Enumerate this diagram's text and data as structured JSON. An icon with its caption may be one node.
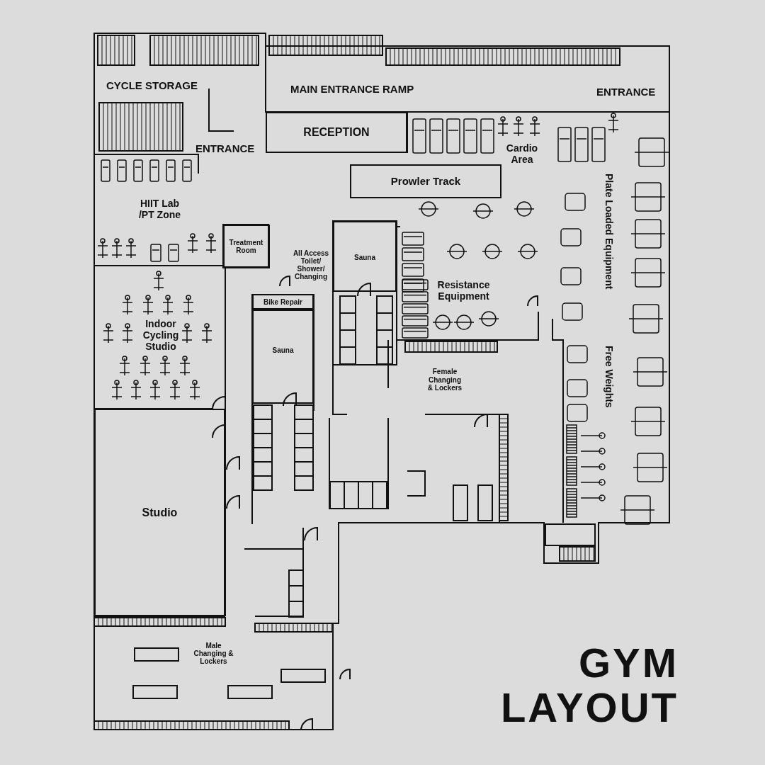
{
  "diagram": {
    "title": "GYM LAYOUT",
    "nodes": [
      {
        "text": [
          "RECEPTION"
        ]
      },
      {
        "text": [
          "Prowler Track"
        ]
      },
      {
        "text": [
          "Treatment Room"
        ]
      },
      {
        "text": [
          "All Access Toilet/ Shower/ Changing"
        ]
      },
      {
        "text": [
          "Sauna"
        ]
      },
      {
        "text": [
          "Bike Repair"
        ]
      },
      {
        "text": [
          "Sauna"
        ]
      },
      {
        "text": [
          "Studio"
        ]
      },
      {
        "text": [
          "Male Changing & Lockers"
        ]
      }
    ],
    "labels": [
      "CYCLE STORAGE",
      "MAIN ENTRANCE RAMP",
      "ENTRANCE",
      "ENTRANCE",
      "Cardio Area",
      "Plate Loaded Equipment",
      "HIIT Lab /PT Zone",
      "Resistance Equipment",
      "Indoor Cycling Studio",
      "Female Changing & Lockers",
      "Free Weights"
    ]
  }
}
